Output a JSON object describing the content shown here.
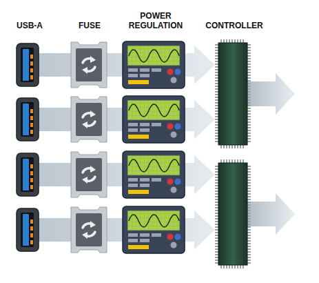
{
  "diagram": {
    "labels": [
      "USB-A",
      "FUSE",
      "POWER REGULATION",
      "CONTROLLER"
    ]
  }
}
